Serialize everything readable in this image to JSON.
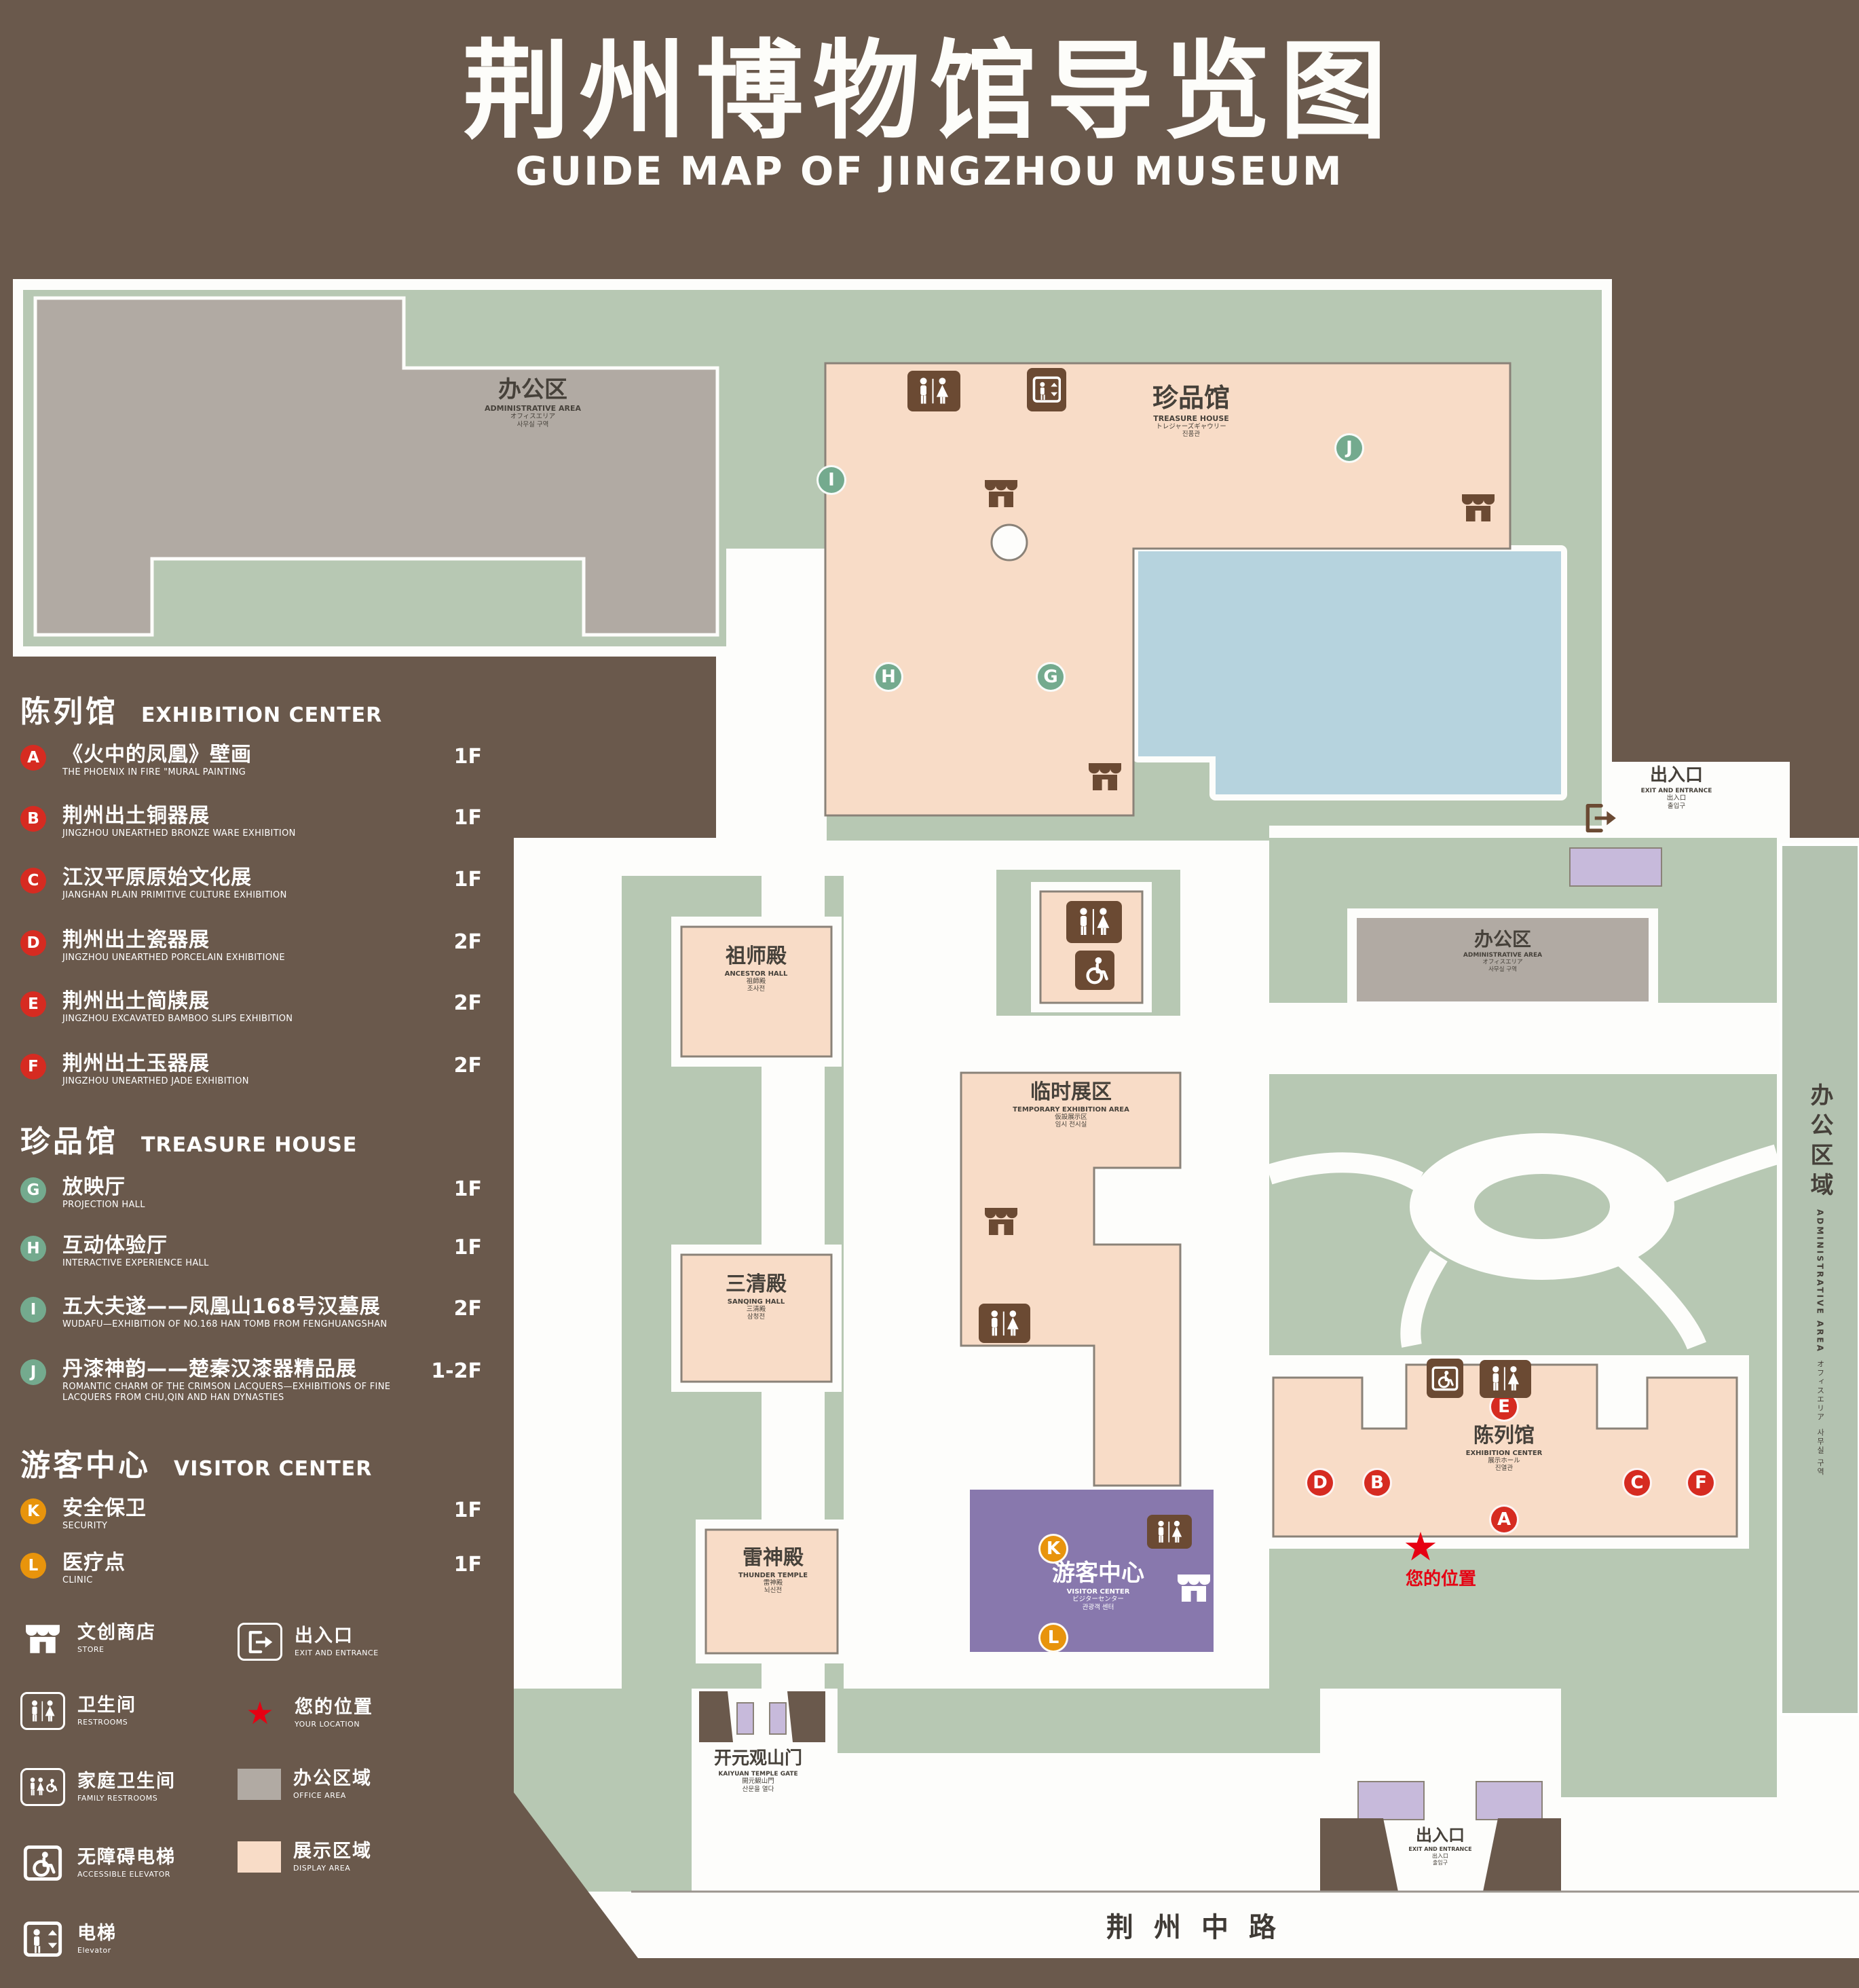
{
  "title": {
    "cn": "荆州博物馆导览图",
    "en": "GUIDE MAP OF JINGZHOU MUSEUM"
  },
  "colors": {
    "background": "#6a594c",
    "lawn_green": "#b7c8b3",
    "display_pink": "#f8dcc7",
    "office_gray": "#b1aaa3",
    "water_blue": "#b6d3de",
    "visitor_purple": "#8878ad",
    "entrance_lilac": "#c7badb",
    "icon_brown": "#6b4a33",
    "badge_red": "#d62b21",
    "badge_green": "#74aa8e",
    "badge_orange": "#e8940c",
    "location_red": "#e60012"
  },
  "icons": {
    "store": "awning-storefront",
    "restrooms": "male-female-figures",
    "family_restrooms": "family-figures-wheelchair",
    "accessible_elevator": "wheelchair-in-box",
    "elevator": "figures-in-box",
    "exit": "door-with-arrow",
    "your_location": "red-star"
  },
  "legend": {
    "sections": [
      {
        "cn": "陈列馆",
        "en": "EXHIBITION CENTER",
        "items": [
          {
            "letter": "A",
            "cn": "《火中的凤凰》壁画",
            "en": "THE PHOENIX IN FIRE \"MURAL PAINTING",
            "floor": "1F"
          },
          {
            "letter": "B",
            "cn": "荆州出土铜器展",
            "en": "JINGZHOU UNEARTHED BRONZE WARE EXHIBITION",
            "floor": "1F"
          },
          {
            "letter": "C",
            "cn": "江汉平原原始文化展",
            "en": "JIANGHAN PLAIN PRIMITIVE CULTURE EXHIBITION",
            "floor": "1F"
          },
          {
            "letter": "D",
            "cn": "荆州出土瓷器展",
            "en": "JINGZHOU UNEARTHED PORCELAIN EXHIBITIONE",
            "floor": "2F"
          },
          {
            "letter": "E",
            "cn": "荆州出土简牍展",
            "en": "JINGZHOU EXCAVATED BAMBOO SLIPS EXHIBITION",
            "floor": "2F"
          },
          {
            "letter": "F",
            "cn": "荆州出土玉器展",
            "en": "JINGZHOU UNEARTHED JADE EXHIBITION",
            "floor": "2F"
          }
        ]
      },
      {
        "cn": "珍品馆",
        "en": "TREASURE HOUSE",
        "items": [
          {
            "letter": "G",
            "cn": "放映厅",
            "en": "PROJECTION HALL",
            "floor": "1F"
          },
          {
            "letter": "H",
            "cn": "互动体验厅",
            "en": "INTERACTIVE EXPERIENCE HALL",
            "floor": "1F"
          },
          {
            "letter": "I",
            "cn": "五大夫遂——凤凰山168号汉墓展",
            "en": "WUDAFU—EXHIBITION OF NO.168 HAN TOMB FROM FENGHUANGSHAN",
            "floor": "2F"
          },
          {
            "letter": "J",
            "cn": "丹漆神韵——楚秦汉漆器精品展",
            "en": "ROMANTIC CHARM OF THE CRIMSON LACQUERS—EXHIBITIONS OF FINE LACQUERS FROM CHU,QIN AND HAN DYNASTIES",
            "floor": "1-2F"
          }
        ]
      },
      {
        "cn": "游客中心",
        "en": "VISITOR CENTER",
        "items": [
          {
            "letter": "K",
            "cn": "安全保卫",
            "en": "SECURITY",
            "floor": "1F"
          },
          {
            "letter": "L",
            "cn": "医疗点",
            "en": "CLINIC",
            "floor": "1F"
          }
        ]
      }
    ],
    "symbols": {
      "store": {
        "cn": "文创商店",
        "en": "STORE"
      },
      "restrooms": {
        "cn": "卫生间",
        "en": "RESTROOMS"
      },
      "family": {
        "cn": "家庭卫生间",
        "en": "FAMILY RESTROOMS"
      },
      "accessible_elevator": {
        "cn": "无障碍电梯",
        "en": "ACCESSIBLE ELEVATOR"
      },
      "elevator": {
        "cn": "电梯",
        "en": "Elevator"
      },
      "exit": {
        "cn": "出入口",
        "en": "EXIT AND ENTRANCE"
      },
      "your_location": {
        "cn": "您的位置",
        "en": "YOUR LOCATION"
      },
      "office_area": {
        "cn": "办公区域",
        "en": "OFFICE AREA"
      },
      "display_area": {
        "cn": "展示区域",
        "en": "DISPLAY AREA"
      }
    }
  },
  "map": {
    "markers": {
      "a": "A",
      "b": "B",
      "c": "C",
      "d": "D",
      "e": "E",
      "f": "F",
      "g": "G",
      "h": "H",
      "i": "I",
      "j": "J",
      "k": "K",
      "l": "L"
    },
    "labels": {
      "admin_tl": {
        "cn": "办公区",
        "en": "ADMINISTRATIVE AREA",
        "jp": "オフィスエリア",
        "kr": "사무실 구역"
      },
      "treasure": {
        "cn": "珍品馆",
        "en": "TREASURE HOUSE",
        "jp": "トレジャーズギャウリー",
        "kr": "진품관"
      },
      "exit_right": {
        "cn": "出入口",
        "en": "EXIT AND ENTRANCE",
        "jp": "出入口",
        "kr": "출입구"
      },
      "ancestor": {
        "cn": "祖师殿",
        "en": "ANCESTOR HALL",
        "jp": "祖師殿",
        "kr": "조사전"
      },
      "temporary": {
        "cn": "临时展区",
        "en": "TEMPORARY EXHIBITION AREA",
        "jp": "仮設展示区",
        "kr": "임시 전시실"
      },
      "admin_right": {
        "cn": "办公区",
        "en": "ADMINISTRATIVE AREA",
        "jp": "オフィスエリア",
        "kr": "사무실 구역"
      },
      "sanqing": {
        "cn": "三清殿",
        "en": "SANQING HALL",
        "jp": "三清殿",
        "kr": "삼청전"
      },
      "thunder": {
        "cn": "雷神殿",
        "en": "THUNDER TEMPLE",
        "jp": "雷神殿",
        "kr": "뇌신전"
      },
      "visitor": {
        "cn": "游客中心",
        "en": "VISITOR CENTER",
        "jp": "ビジターセンター",
        "kr": "관광객 센터"
      },
      "exhibition": {
        "cn": "陈列馆",
        "en": "EXHIBITION CENTER",
        "jp": "展示ホール",
        "kr": "진열관"
      },
      "your_location": {
        "cn": "您的位置"
      },
      "gate": {
        "cn": "开元观山门",
        "en": "KAIYUAN TEMPLE GATE",
        "jp": "開元観山門",
        "kr": "산문을 열다"
      },
      "exit_bottom": {
        "cn": "出入口",
        "en": "EXIT AND ENTRANCE",
        "jp": "出入口",
        "kr": "출입구"
      },
      "road": {
        "cn": "荆州中路"
      },
      "admin_strip": {
        "cn": "办公区域",
        "en": "ADMINISTRATIVE AREA",
        "jp": "オフィスエリア",
        "kr": "사무실 구역"
      }
    }
  }
}
